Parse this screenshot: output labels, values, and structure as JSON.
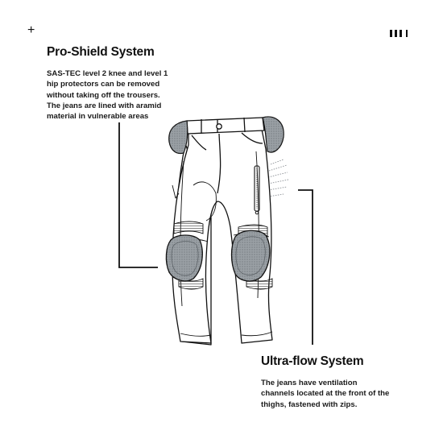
{
  "header": {
    "plus_glyph": "+",
    "bars_icon": "menu-bars-icon"
  },
  "callouts": {
    "pro_shield": {
      "title": "Pro-Shield System",
      "body": "SAS-TEC level 2 knee and level 1\nhip protectors can be removed\nwithout taking off the trousers.\nThe jeans are lined with aramid\nmaterial in vulnerable areas"
    },
    "ultra_flow": {
      "title": "Ultra-flow System",
      "body": "The jeans have ventilation\nchannels located at the front of the\nthighs, fastened with zips."
    }
  },
  "colors": {
    "ink": "#111111",
    "armor_fill": "#9aa0a5",
    "armor_edge": "#6e7479",
    "background": "#ffffff"
  }
}
